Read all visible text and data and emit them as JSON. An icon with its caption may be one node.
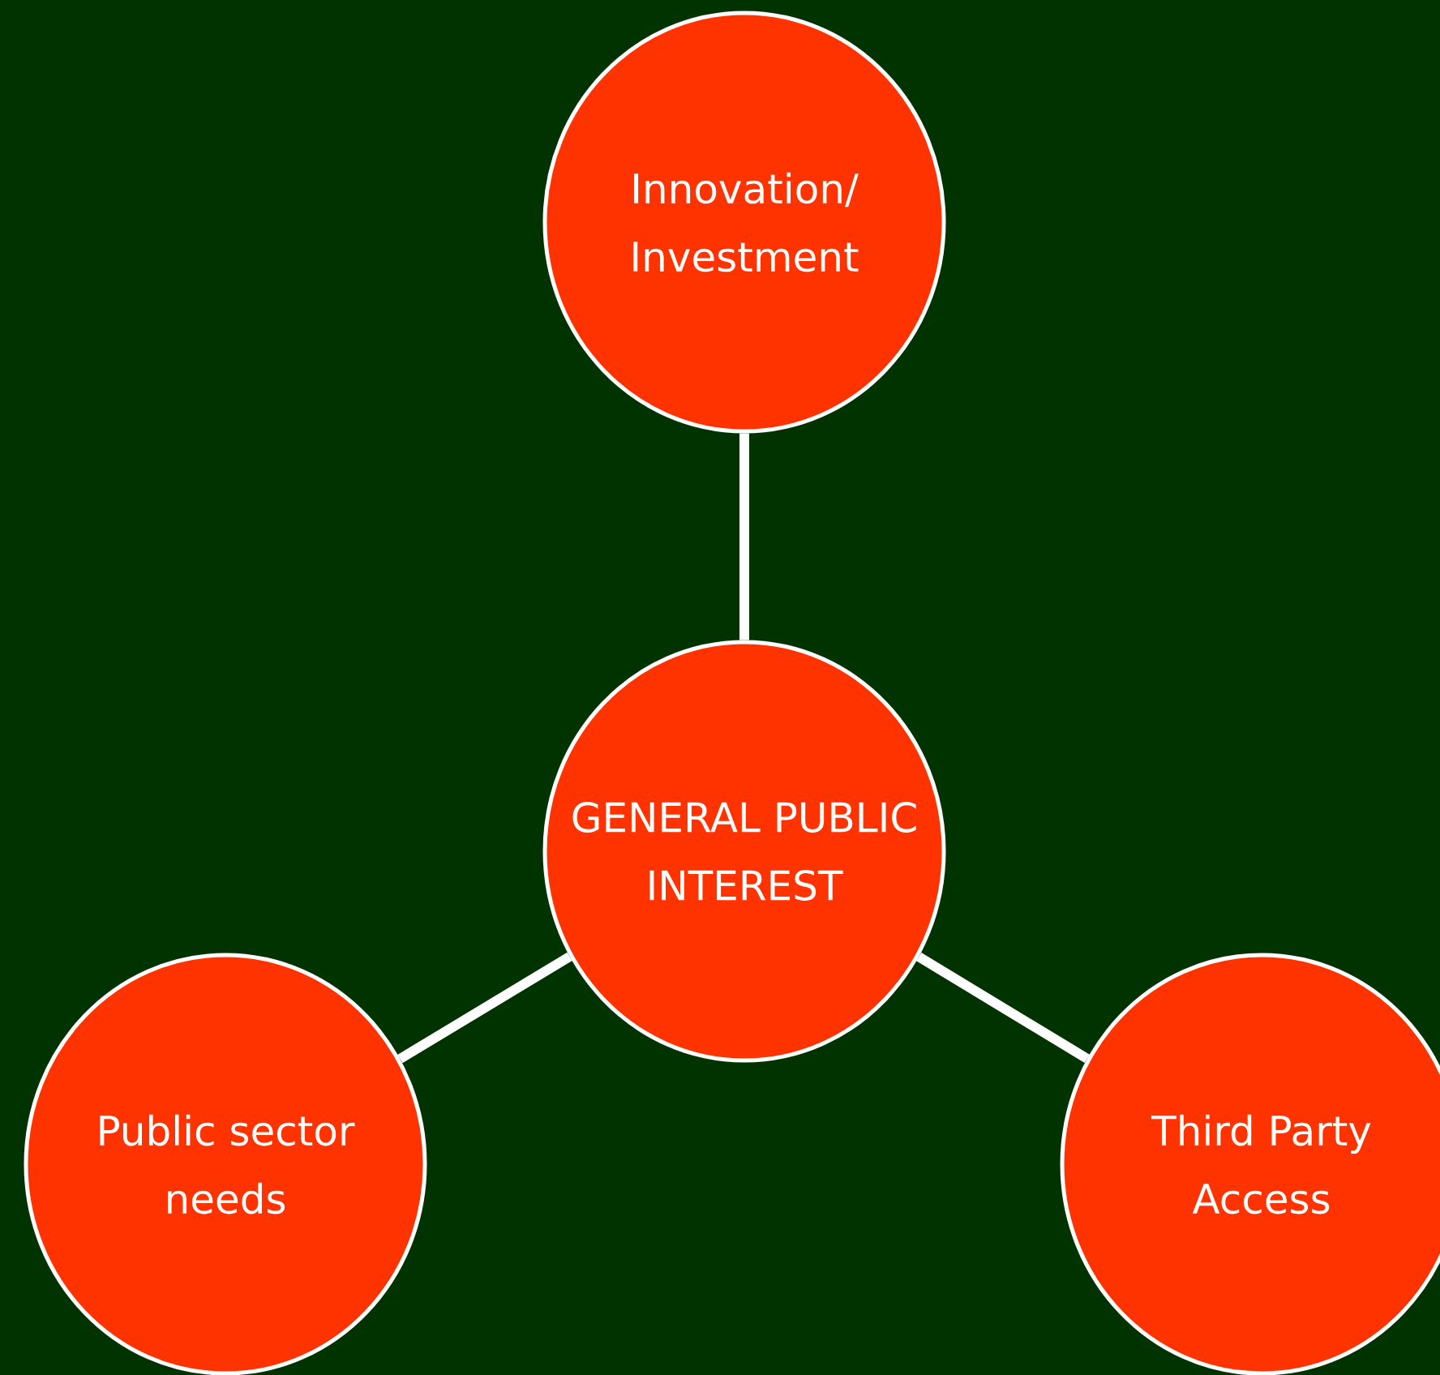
{
  "diagram": {
    "nodes": [
      {
        "text": [
          "Innovation/ Investment"
        ]
      },
      {
        "text": [
          "GENERAL PUBLIC INTEREST"
        ]
      },
      {
        "text": [
          "Public sector needs"
        ]
      },
      {
        "text": [
          "Third Party Access"
        ]
      }
    ],
    "edges": [
      {
        "from": 1,
        "to": 0,
        "arrow": "none"
      },
      {
        "from": 1,
        "to": 2,
        "arrow": "none"
      },
      {
        "from": 1,
        "to": 3,
        "arrow": "none"
      }
    ]
  }
}
